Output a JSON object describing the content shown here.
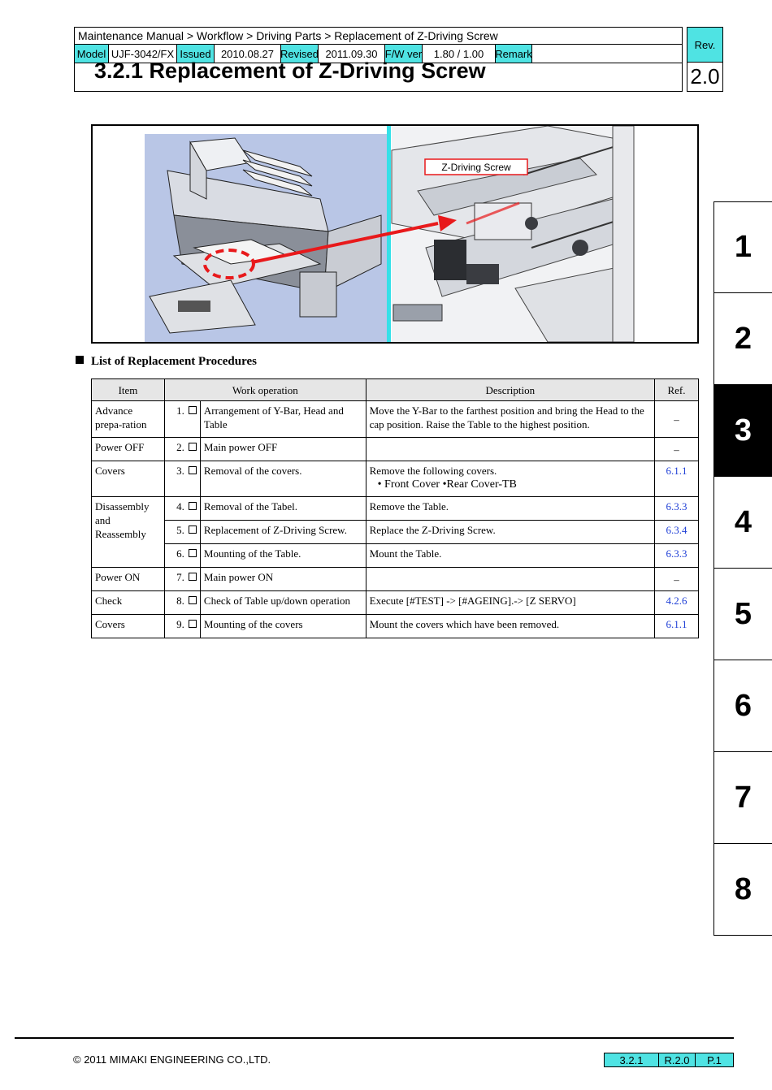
{
  "header": {
    "breadcrumb": "Maintenance Manual > Workflow > Driving Parts > Replacement of Z-Driving Screw",
    "model_label": "Model",
    "model_value": "UJF-3042/FX",
    "issued_label": "Issued",
    "issued_value": "2010.08.27",
    "revised_label": "Revised",
    "revised_value": "2011.09.30",
    "fw_label": "F/W ver",
    "fw_value": "1.80 / 1.00",
    "remark_label": "Remark",
    "title": "3.2.1 Replacement of Z-Driving Screw",
    "rev_label": "Rev.",
    "rev_value": "2.0"
  },
  "figure": {
    "callout": "Z-Driving Screw",
    "colors": {
      "arrow": "#e8191b",
      "divider": "#35e0e8",
      "background": "#b9c6e6"
    }
  },
  "list_heading": "List of Replacement Procedures",
  "table": {
    "headers": [
      "Item",
      "Work operation",
      "Description",
      "Ref."
    ],
    "rows": [
      {
        "item": "Advance prepa-ration",
        "num": "1.",
        "op": "Arrangement of Y-Bar, Head and Table",
        "desc": "Move the Y-Bar to the farthest position and bring the Head to the cap position. Raise the Table to the highest position.",
        "desc2": "",
        "ref": "–"
      },
      {
        "item": "Power OFF",
        "num": "2.",
        "op": "Main power OFF",
        "desc": "",
        "desc2": "",
        "ref": "–"
      },
      {
        "item": "Covers",
        "num": "3.",
        "op": "Removal of the covers.",
        "desc": "Remove the following covers.",
        "desc2": "• Front Cover •Rear Cover-TB",
        "ref": "6.1.1"
      },
      {
        "item": "Disassembly and Reassembly",
        "num": "4.",
        "op": "Removal of the Tabel.",
        "desc": "Remove the Table.",
        "desc2": "",
        "ref": "6.3.3"
      },
      {
        "item": "",
        "num": "5.",
        "op": "Replacement of Z-Driving Screw.",
        "desc": "Replace the Z-Driving Screw.",
        "desc2": "",
        "ref": "6.3.4"
      },
      {
        "item": "",
        "num": "6.",
        "op": "Mounting of the Table.",
        "desc": "Mount the Table.",
        "desc2": "",
        "ref": "6.3.3"
      },
      {
        "item": "Power ON",
        "num": "7.",
        "op": "Main power ON",
        "desc": "",
        "desc2": "",
        "ref": "–"
      },
      {
        "item": "Check",
        "num": "8.",
        "op": "Check of Table up/down operation",
        "desc": "Execute [#TEST] -> [#AGEING].-> [Z SERVO]",
        "desc2": "",
        "ref": "4.2.6"
      },
      {
        "item": "Covers",
        "num": "9.",
        "op": "Mounting of the covers",
        "desc": "Mount the covers which have been removed.",
        "desc2": "",
        "ref": "6.1.1"
      }
    ]
  },
  "tabs": [
    "1",
    "2",
    "3",
    "4",
    "5",
    "6",
    "7",
    "8"
  ],
  "active_tab": "3",
  "footer": {
    "copyright": "© 2011 MIMAKI ENGINEERING CO.,LTD.",
    "section": "3.2.1",
    "revision": "R.2.0",
    "page": "P.1"
  }
}
